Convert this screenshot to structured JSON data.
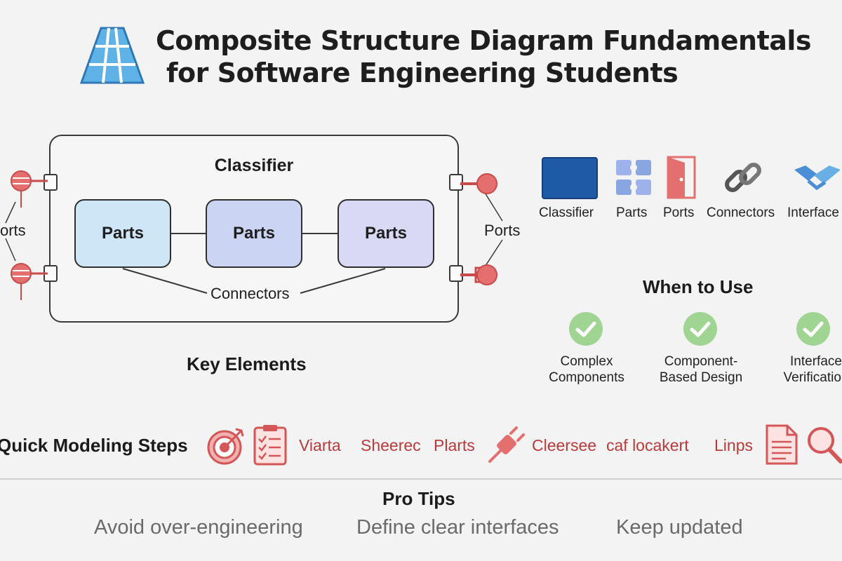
{
  "header": {
    "title_line1": "Composite Structure Diagram Fundamentals",
    "title_line2": "for Software Engineering Students"
  },
  "diagram": {
    "classifier_title": "Classifier",
    "parts": [
      "Parts",
      "Parts",
      "Parts"
    ],
    "connectors_label": "Connectors",
    "ports_left_label": "orts",
    "ports_right_label": "Ports",
    "caption": "Key Elements"
  },
  "legend": {
    "items": [
      {
        "icon": "classifier-icon",
        "label": "Classifier",
        "color": "#1f5aa6"
      },
      {
        "icon": "parts-icon",
        "label": "Parts",
        "color": "#8aa6e0"
      },
      {
        "icon": "door-icon",
        "label": "Ports",
        "color": "#e46f6f"
      },
      {
        "icon": "chain-link-icon",
        "label": "Connectors",
        "color": "#5a5a5a"
      },
      {
        "icon": "handshake-icon",
        "label": "Interface",
        "color": "#4a8fd6"
      }
    ]
  },
  "when_to_use": {
    "title": "When to Use",
    "items": [
      {
        "label": "Complex\nComponents"
      },
      {
        "label": "Component-\nBased Design"
      },
      {
        "label": "Interface\nVerification"
      }
    ]
  },
  "steps": {
    "title": "Quick Modeling Steps",
    "words": [
      "Viarta",
      "Sheerec",
      "Plarts",
      "Cleersee",
      "caf locakert",
      "Linps"
    ]
  },
  "pro_tips": {
    "title": "Pro Tips",
    "tips": [
      "Avoid over-engineering",
      "Define clear interfaces",
      "Keep updated"
    ]
  },
  "colors": {
    "accent_red": "#e46f6f",
    "check_green": "#9fd492",
    "part_blue_light": "#cfe6f6",
    "part_blue_mid": "#ccd4f3",
    "part_purple": "#d9d8f5"
  }
}
